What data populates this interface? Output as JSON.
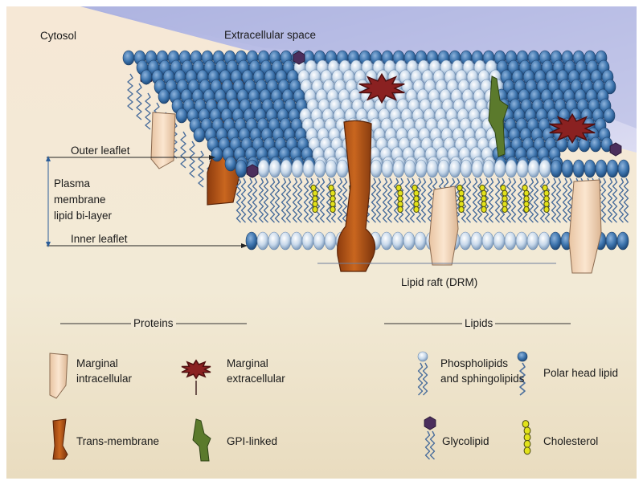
{
  "regions": {
    "cytosol": "Cytosol",
    "extracellular": "Extracellular space"
  },
  "annotations": {
    "outer_leaflet": "Outer leaflet",
    "bilayer": [
      "Plasma",
      "membrane",
      "lipid bi-layer"
    ],
    "inner_leaflet": "Inner leaflet",
    "lipid_raft": "Lipid raft (DRM)"
  },
  "legend": {
    "proteins_title": "Proteins",
    "lipids_title": "Lipids",
    "marginal_intracellular": [
      "Marginal",
      "intracellular"
    ],
    "marginal_extracellular": [
      "Marginal",
      "extracellular"
    ],
    "trans_membrane": "Trans-membrane",
    "gpi_linked": "GPI-linked",
    "phospholipids": [
      "Phospholipids",
      "and sphingolipids"
    ],
    "polar_head_lipid": "Polar head lipid",
    "glycolipid": "Glycolipid",
    "cholesterol": "Cholesterol"
  },
  "colors": {
    "membrane_head": "#3c72a8",
    "raft_head": "#c8daea",
    "tail": "#4a6e9c",
    "marginal_intracellular": "#f6d9bd",
    "trans_membrane": "#b4541a",
    "marginal_extracellular": "#8a2121",
    "gpi_linked": "#5b7a2c",
    "glycolipid": "#4b2e5c",
    "cholesterol": "#e2e21a"
  }
}
